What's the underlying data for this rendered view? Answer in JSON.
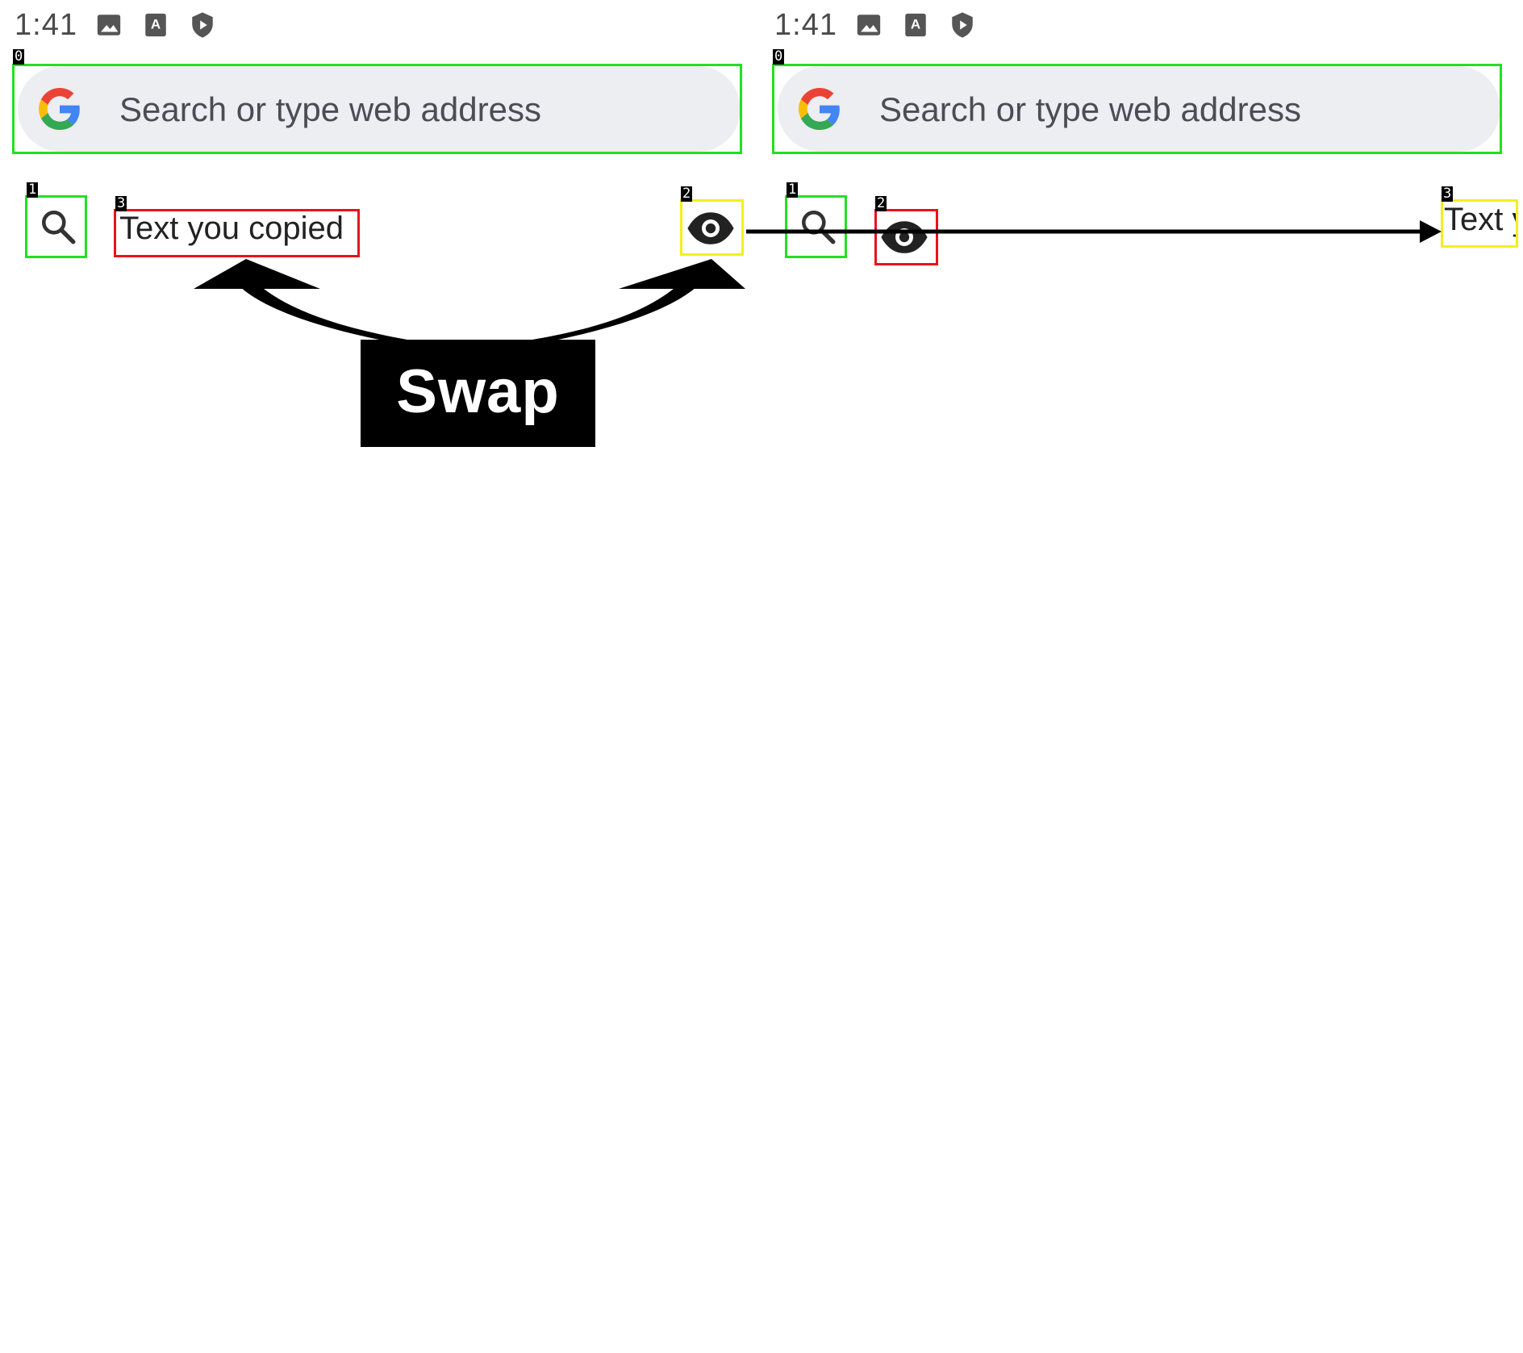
{
  "status_bar": {
    "time": "1:41",
    "icons": [
      "image-icon",
      "text-recognition-icon",
      "shield-play-icon"
    ]
  },
  "search_bar": {
    "placeholder": "Search or type web address",
    "logo": "google-g-logo"
  },
  "suggestion_row_before": {
    "search_icon": "search-icon",
    "copied_text": "Text you copied",
    "view_icon": "eye-icon"
  },
  "suggestion_row_after": {
    "search_icon": "search-icon",
    "view_icon": "eye-icon",
    "copied_text": "Text y"
  },
  "annotations": {
    "labels": [
      "0",
      "1",
      "2",
      "3"
    ],
    "colors": {
      "green": "#22e022",
      "red": "#e8131b",
      "yellow": "#f2f01c"
    }
  },
  "swap_callout": {
    "label": "Swap"
  }
}
